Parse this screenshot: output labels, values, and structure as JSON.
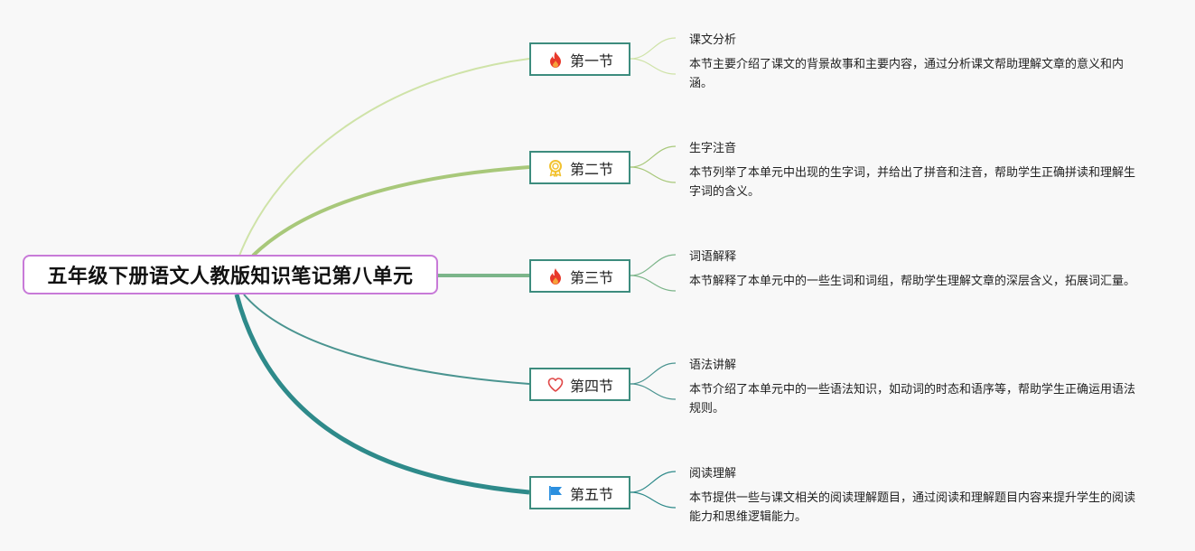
{
  "root": {
    "label": "五年级下册语文人教版知识笔记第八单元"
  },
  "branches": [
    {
      "label": "第一节",
      "icon": "fire-icon",
      "title": "课文分析",
      "desc": "本节主要介绍了课文的背景故事和主要内容，通过分析课文帮助理解文章的意义和内涵。"
    },
    {
      "label": "第二节",
      "icon": "award-ribbon-icon",
      "title": "生字注音",
      "desc": "本节列举了本单元中出现的生字词，并给出了拼音和注音，帮助学生正确拼读和理解生字词的含义。"
    },
    {
      "label": "第三节",
      "icon": "fire-icon",
      "title": "词语解释",
      "desc": "本节解释了本单元中的一些生词和词组，帮助学生理解文章的深层含义，拓展词汇量。"
    },
    {
      "label": "第四节",
      "icon": "heart-icon",
      "title": "语法讲解",
      "desc": "本节介绍了本单元中的一些语法知识，如动词的时态和语序等，帮助学生正确运用语法规则。"
    },
    {
      "label": "第五节",
      "icon": "flag-icon",
      "title": "阅读理解",
      "desc": "本节提供一些与课文相关的阅读理解题目，通过阅读和理解题目内容来提升学生的阅读能力和思维逻辑能力。"
    }
  ],
  "colors": {
    "root_border": "#c87ad8",
    "node_border": "#3d8c7e",
    "branch_1": "#cfe3a8",
    "branch_2": "#a8c87a",
    "branch_3": "#7cb58a",
    "branch_4": "#4a9490",
    "branch_5": "#2e8a8a",
    "fire": "#e8392b",
    "award": "#f2c230",
    "heart": "#e04848",
    "flag": "#2b8fdf"
  }
}
